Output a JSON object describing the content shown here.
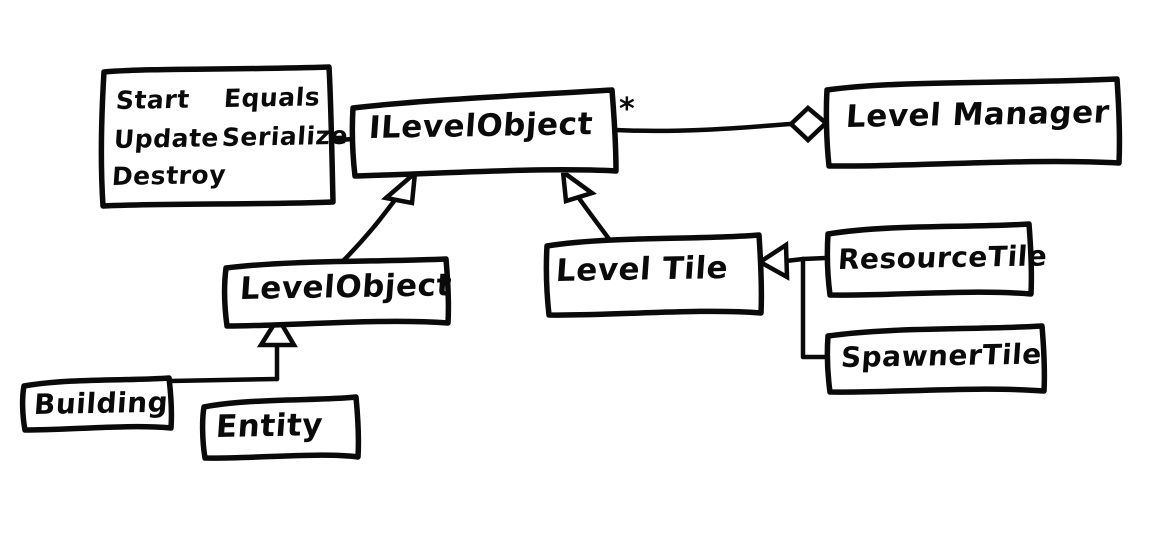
{
  "diagram": {
    "kind": "hand-drawn UML class diagram",
    "background_color": "#ffffff",
    "ink_color": "#0a0a0a",
    "nodes": [
      {
        "id": "methods-note",
        "label": "",
        "type": "note",
        "methods_col1": [
          "Start",
          "Update",
          "Destroy"
        ],
        "methods_col2": [
          "Equals",
          "Serialize",
          ""
        ]
      },
      {
        "id": "ilevelobject",
        "label": "ILevelObject",
        "type": "interface",
        "multiplicity": "*"
      },
      {
        "id": "levelmanager",
        "label": "Level Manager",
        "type": "class"
      },
      {
        "id": "levelobject",
        "label": "LevelObject",
        "type": "class"
      },
      {
        "id": "leveltile",
        "label": "Level Tile",
        "type": "class"
      },
      {
        "id": "resourcetile",
        "label": "ResourceTile",
        "type": "class"
      },
      {
        "id": "spawnertile",
        "label": "SpawnerTile",
        "type": "class"
      },
      {
        "id": "building",
        "label": "Building",
        "type": "class"
      },
      {
        "id": "entity",
        "label": "Entity",
        "type": "class"
      }
    ],
    "edges": [
      {
        "from": "methods-note",
        "to": "ilevelobject",
        "type": "note-link"
      },
      {
        "from": "ilevelobject",
        "to": "levelmanager",
        "type": "aggregation",
        "multiplicity": "*"
      },
      {
        "from": "levelobject",
        "to": "ilevelobject",
        "type": "generalization"
      },
      {
        "from": "leveltile",
        "to": "ilevelobject",
        "type": "generalization"
      },
      {
        "from": "resourcetile",
        "to": "leveltile",
        "type": "generalization"
      },
      {
        "from": "spawnertile",
        "to": "leveltile",
        "type": "generalization"
      },
      {
        "from": "building",
        "to": "levelobject",
        "type": "generalization"
      },
      {
        "from": "entity",
        "to": "levelobject",
        "type": "generalization"
      }
    ]
  },
  "labels": {
    "method_start": "Start",
    "method_update": "Update",
    "method_destroy": "Destroy",
    "method_equals": "Equals",
    "method_serialize": "Serialize",
    "ilevelobject": "ILevelObject",
    "multiplicity_star": "*",
    "levelmanager": "Level Manager",
    "levelobject": "LevelObject",
    "leveltile": "Level Tile",
    "resourcetile": "ResourceTile",
    "spawnertile": "SpawnerTile",
    "building": "Building",
    "entity": "Entity"
  }
}
